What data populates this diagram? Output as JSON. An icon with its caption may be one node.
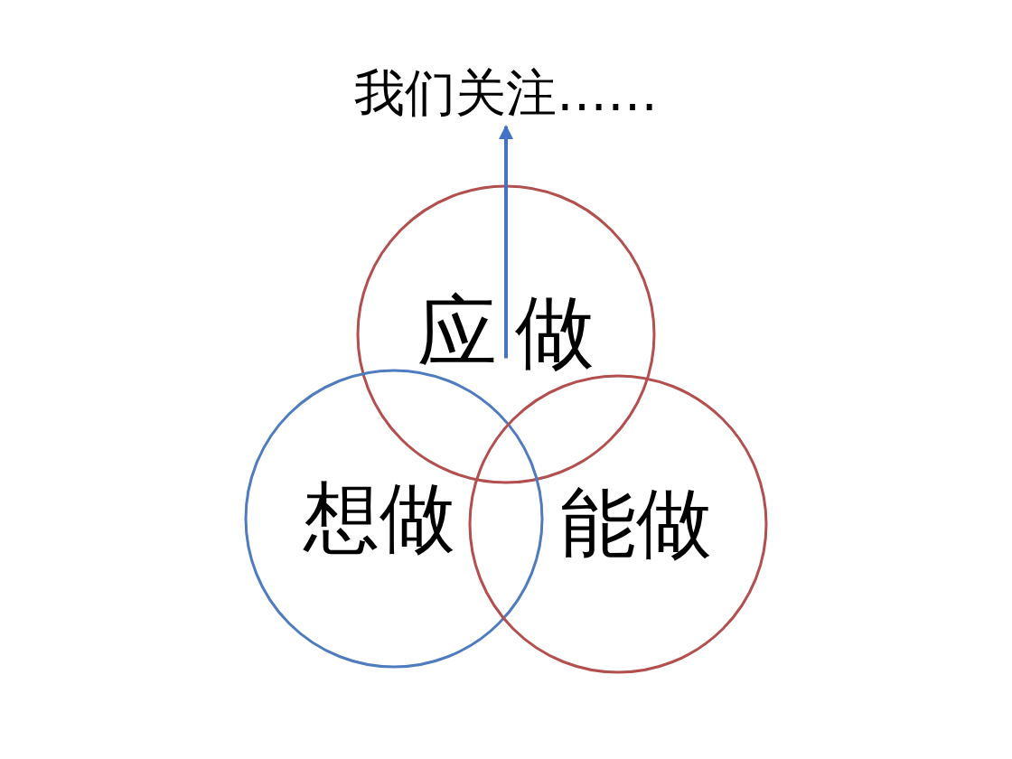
{
  "diagram": {
    "nodes": [
      {
        "text": [
          "我们关注……"
        ]
      },
      {
        "text": [
          "应做"
        ]
      },
      {
        "text": [
          "想做"
        ]
      },
      {
        "text": [
          "能做"
        ]
      }
    ],
    "edges": [
      {
        "from": 1,
        "to": 0,
        "arrow": "to"
      }
    ]
  }
}
